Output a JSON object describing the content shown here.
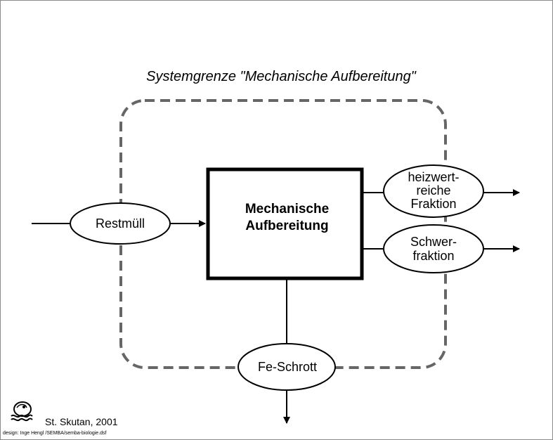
{
  "system_boundary": "Systemgrenze \"Mechanische Aufbereitung\"",
  "process": {
    "line1": "Mechanische",
    "line2": "Aufbereitung"
  },
  "input": "Restmüll",
  "outputs": {
    "heizwert_line1": "heizwert-",
    "heizwert_line2": "reiche",
    "heizwert_line3": "Fraktion",
    "schwer_line1": "Schwer-",
    "schwer_line2": "fraktion",
    "fe": "Fe-Schrott"
  },
  "credits": {
    "author": "St. Skutan, 2001",
    "design": "design: Inge Hengl /SEMBA/semba-biologie.dsf"
  },
  "colors": {
    "boundary": "#666666",
    "lines": "#000000"
  },
  "icons": {
    "logo": "semba-logo-icon"
  }
}
